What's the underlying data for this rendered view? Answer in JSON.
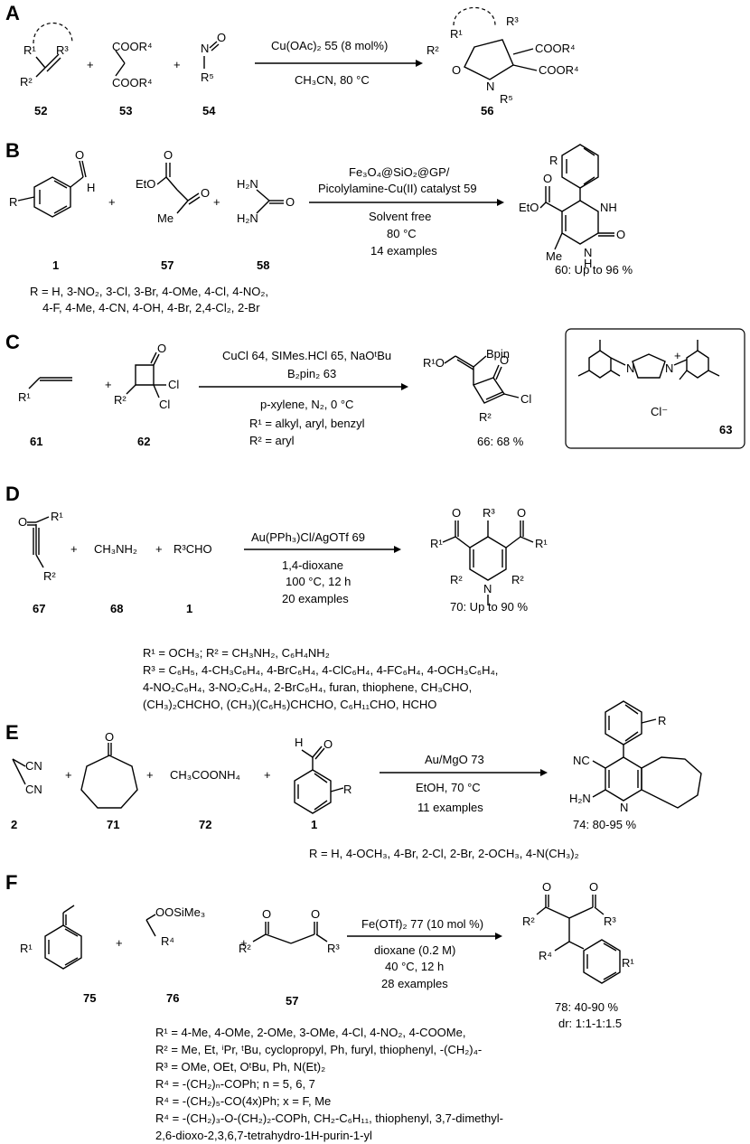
{
  "panels": {
    "A": {
      "label": "A",
      "conditions": [
        "Cu(OAc)₂ 55 (8 mol%)",
        "CH₃CN, 80 °C"
      ],
      "compounds": [
        "52",
        "53",
        "54",
        "56"
      ],
      "atoms": {
        "r1": "R¹",
        "r2": "R²",
        "r3": "R³",
        "coor4a": "COOR⁴",
        "coor4b": "COOR⁴",
        "n": "N",
        "o": "O",
        "r5": "R⁵",
        "p_r1": "R¹",
        "p_r2": "R²",
        "p_r3": "R³",
        "p_coor4a": "COOR⁴",
        "p_coor4b": "COOR⁴",
        "p_o": "O",
        "p_n": "N",
        "p_r5": "R⁵"
      }
    },
    "B": {
      "label": "B",
      "conditions": [
        "Fe₃O₄@SiO₂@GP/",
        "Picolylamine-Cu(II) catalyst 59",
        "Solvent free",
        "80 °C",
        "14 examples"
      ],
      "compounds": [
        "1",
        "57",
        "58"
      ],
      "product": "60: Up to 96 %",
      "substituents": [
        "R = H, 3-NO₂, 3-Cl, 3-Br, 4-OMe, 4-Cl, 4-NO₂,",
        "4-F, 4-Me, 4-CN, 4-OH, 4-Br, 2,4-Cl₂, 2-Br"
      ],
      "atoms": {
        "r": "R",
        "h": "H",
        "o_ald": "O",
        "eto": "EtO",
        "o1": "O",
        "o2": "O",
        "me": "Me",
        "h2n1": "H₂N",
        "h2n2": "H₂N",
        "o_urea": "O",
        "p_r": "R",
        "p_eto": "EtO",
        "p_o": "O",
        "p_me": "Me",
        "p_nh1": "NH",
        "p_nh2": "N",
        "p_h": "H",
        "p_o2": "O"
      }
    },
    "C": {
      "label": "C",
      "conditions": [
        "CuCl 64, SIMes.HCl 65, NaOᵗBu",
        "B₂pin₂ 63",
        "p-xylene, N₂, 0 °C",
        "R¹ = alkyl, aryl, benzyl",
        "R² = aryl"
      ],
      "compounds": [
        "61",
        "62",
        "63"
      ],
      "product": "66: 68 %",
      "atoms": {
        "r1": "R¹",
        "o": "O",
        "r2": "R²",
        "cl1": "Cl",
        "cl2": "Cl",
        "p_r1o": "R¹O",
        "p_bpin": "Bpin",
        "p_o": "O",
        "p_r2": "R²",
        "p_cl": "Cl",
        "n1": "N",
        "n2": "N",
        "plus": "+",
        "clm": "Cl⁻"
      }
    },
    "D": {
      "label": "D",
      "conditions": [
        "Au(PPh₃)Cl/AgOTf 69",
        "1,4-dioxane",
        "100 °C, 12 h",
        "20 examples"
      ],
      "compounds": [
        "67",
        "68",
        "1"
      ],
      "product": "70: Up to 90 %",
      "substituents": [
        "R¹ = OCH₃; R² = CH₃NH₂, C₆H₄NH₂",
        "R³ = C₆H₅, 4-CH₃C₆H₄, 4-BrC₆H₄, 4-ClC₆H₄, 4-FC₆H₄, 4-OCH₃C₆H₄,",
        "4-NO₂C₆H₄,  3-NO₂C₆H₄, 2-BrC₆H₄, furan, thiophene, CH₃CHO,",
        "(CH₃)₂CHCHO, (CH₃)(C₆H₅)CHCHO, C₆H₁₁CHO, HCHO"
      ],
      "atoms": {
        "o": "O",
        "r1": "R¹",
        "r2": "R²",
        "ch3nh2": "CH₃NH₂",
        "r3cho": "R³CHO",
        "p_r3": "R³",
        "p_r1a": "R¹",
        "p_r1b": "R¹",
        "p_oa": "O",
        "p_ob": "O",
        "p_r2a": "R²",
        "p_r2b": "R²",
        "p_n": "N"
      }
    },
    "E": {
      "label": "E",
      "conditions": [
        "Au/MgO 73",
        "EtOH, 70 °C",
        "11 examples"
      ],
      "compounds": [
        "2",
        "71",
        "72",
        "1"
      ],
      "product": "74: 80-95 %",
      "substituents": [
        "R = H, 4-OCH₃, 4-Br, 2-Cl, 2-Br, 2-OCH₃, 4-N(CH₃)₂"
      ],
      "atoms": {
        "cn1": "CN",
        "cn2": "CN",
        "o_ket": "O",
        "ch3coonh4": "CH₃COONH₄",
        "h": "H",
        "o_ald": "O",
        "r": "R",
        "p_r": "R",
        "p_nc": "NC",
        "p_h2n": "H₂N",
        "p_n": "N"
      }
    },
    "F": {
      "label": "F",
      "conditions": [
        "Fe(OTf)₂ 77 (10 mol %)",
        "dioxane (0.2 M)",
        "40 °C, 12 h",
        "28 examples"
      ],
      "compounds": [
        "75",
        "76",
        "57"
      ],
      "product": "78: 40-90 %",
      "dr": "dr: 1:1-1:1.5",
      "substituents": [
        "R¹ = 4-Me, 4-OMe, 2-OMe, 3-OMe, 4-Cl, 4-NO₂, 4-COOMe,",
        "R² = Me, Et, ⁱPr, ᵗBu, cyclopropyl, Ph, furyl, thiophenyl, -(CH₂)₄-",
        "R³ = OMe, OEt, OᵗBu, Ph, N(Et)₂",
        "R⁴ = -(CH₂)ₙ-COPh; n = 5, 6, 7",
        "R⁴ = -(CH₂)₅-CO(4x)Ph; x = F, Me",
        "R⁴ = -(CH₂)₃-O-(CH₂)₂-COPh, CH₂-C₆H₁₁, thiophenyl, 3,7-dimethyl-",
        "2,6-dioxo-2,3,6,7-tetrahydro-1H-purin-1-yl"
      ],
      "atoms": {
        "r1": "R¹",
        "oosime3": "OOSiMe₃",
        "r4": "R⁴",
        "o1": "O",
        "o2": "O",
        "r2": "R²",
        "r3": "R³",
        "p_o1": "O",
        "p_o2": "O",
        "p_r2": "R²",
        "p_r3": "R³",
        "p_r4": "R⁴",
        "p_r1": "R¹"
      }
    }
  }
}
